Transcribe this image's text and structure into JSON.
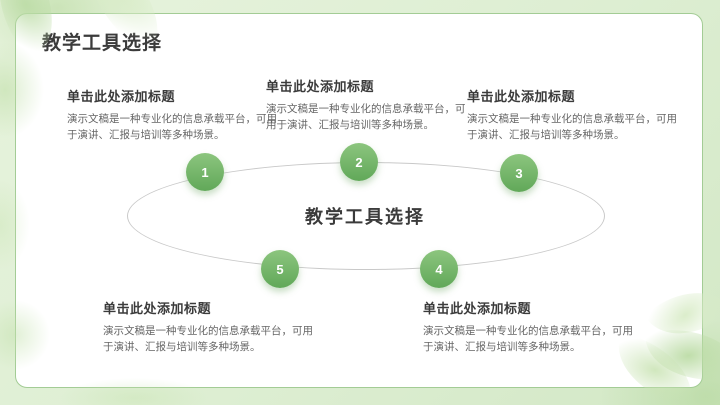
{
  "slide": {
    "title": "教学工具选择",
    "diagram_center_label": "教学工具选择"
  },
  "placeholders": {
    "items": [
      {
        "number": "1",
        "title": "单击此处添加标题",
        "body": "演示文稿是一种专业化的信息承载平台，可用于演讲、汇报与培训等多种场景。"
      },
      {
        "number": "2",
        "title": "单击此处添加标题",
        "body": "演示文稿是一种专业化的信息承载平台，可用于演讲、汇报与培训等多种场景。"
      },
      {
        "number": "3",
        "title": "单击此处添加标题",
        "body": "演示文稿是一种专业化的信息承载平台，可用于演讲、汇报与培训等多种场景。"
      },
      {
        "number": "4",
        "title": "单击此处添加标题",
        "body": "演示文稿是一种专业化的信息承载平台，可用于演讲、汇报与培训等多种场景。"
      },
      {
        "number": "5",
        "title": "单击此处添加标题",
        "body": "演示文稿是一种专业化的信息承载平台，可用于演讲、汇报与培训等多种场景。"
      }
    ]
  },
  "decorations": {
    "top_left": "watercolor-leaves",
    "bottom_right": "watercolor-leaves"
  },
  "colors": {
    "bg_green_light": "#e7f3dd",
    "bg_green": "#ddeed2",
    "bg_green_dark": "#d3e8c6",
    "card_border": "#a3cc95",
    "leaf_green_light": "#d9ecc8",
    "leaf_green_mid": "#cbe4b6",
    "leaf_green": "#bcdca6",
    "circle_green_light": "#8cc57e",
    "circle_green_dark": "#61a859",
    "ellipse_line": "#c9c9c9",
    "title_text": "#3b3b3b",
    "body_text": "#666666"
  }
}
